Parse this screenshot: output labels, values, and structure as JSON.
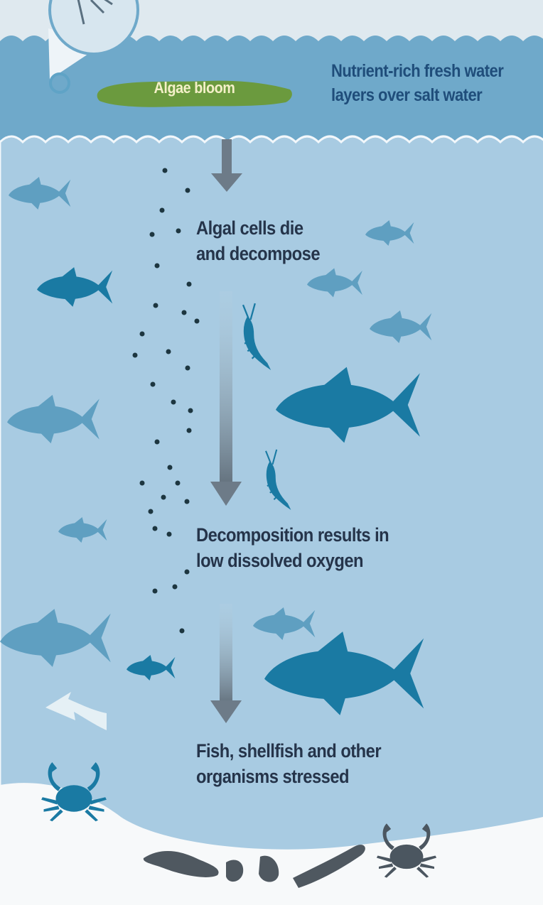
{
  "diagram": {
    "labels": {
      "algae_bloom": "Algae bloom",
      "freshwater_layer": [
        "Nutrient-rich fresh water",
        "layers over salt water"
      ],
      "algal_cells": [
        "Algal cells die",
        "and decompose"
      ],
      "low_oxygen": [
        "Decomposition results in",
        "low dissolved oxygen"
      ],
      "organisms": [
        "Fish, shellfish and other",
        "organisms stressed"
      ]
    },
    "icons": [
      "magnifier-icon",
      "fish-icon",
      "shrimp-icon",
      "crab-icon",
      "arrow-down-icon",
      "arrow-left-icon",
      "sediment-icon"
    ],
    "colors": {
      "sky": "#dfe9ef",
      "surface_layer": "#6fa9ca",
      "deep_water": "#a8cbe2",
      "seabed": "#f7f9fa",
      "algae": "#6b9a3e",
      "fish_dark": "#1a7aa3",
      "fish_light": "#5f9fc1",
      "arrow": "#6d7b88",
      "text": "#25344a",
      "text_surface": "#1f4d7a"
    }
  }
}
